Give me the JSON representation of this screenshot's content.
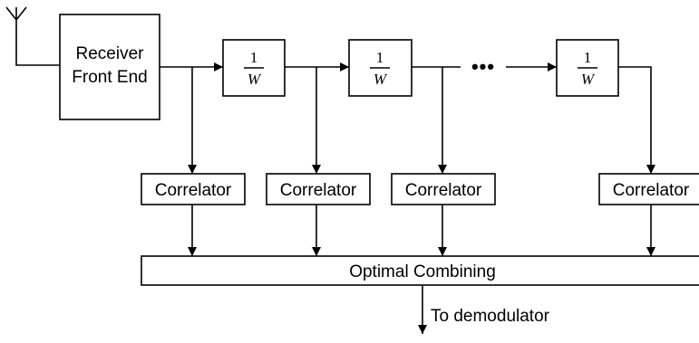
{
  "front_end": {
    "line1": "Receiver",
    "line2": "Front End"
  },
  "delay": {
    "numerator": "1",
    "denominator": "W"
  },
  "ellipsis": "•••",
  "correlator_label": "Correlator",
  "combiner_label": "Optimal Combining",
  "output_label": "To demodulator"
}
